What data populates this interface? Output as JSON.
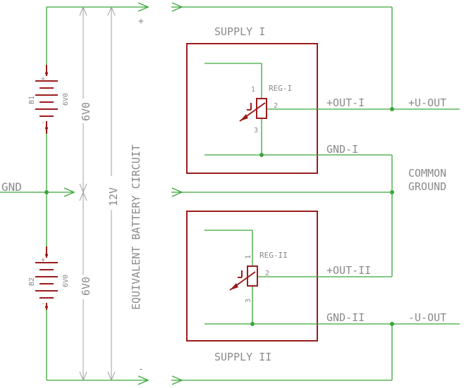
{
  "signals": {
    "plus": "+",
    "minus": "-",
    "gnd": "GND",
    "u_out_pos": "+U-OUT",
    "u_out_neg": "-U-OUT",
    "common_ground_line1": "COMMON",
    "common_ground_line2": "GROUND"
  },
  "dimensions": {
    "battery_b1": "6V0",
    "battery_b2": "6V0",
    "total": "12V",
    "equivalent_label": "EQUIVALENT BATTERY CIRCUIT"
  },
  "batteries": [
    {
      "name": "B1",
      "value": "6V0"
    },
    {
      "name": "B2",
      "value": "6V0"
    }
  ],
  "supplies": [
    {
      "title": "SUPPLY I",
      "regulator": "REG-I",
      "pins": [
        "1",
        "2",
        "3"
      ],
      "out_label": "+OUT-I",
      "gnd_label": "GND-I"
    },
    {
      "title": "SUPPLY II",
      "regulator": "REG-II",
      "pins": [
        "1",
        "2",
        "3"
      ],
      "out_label": "+OUT-II",
      "gnd_label": "GND-II"
    }
  ],
  "colors": {
    "wire": "#3aa63a",
    "component": "#9b1c1c",
    "text": "#8a8a8a",
    "dimension": "#a0a0a0"
  }
}
